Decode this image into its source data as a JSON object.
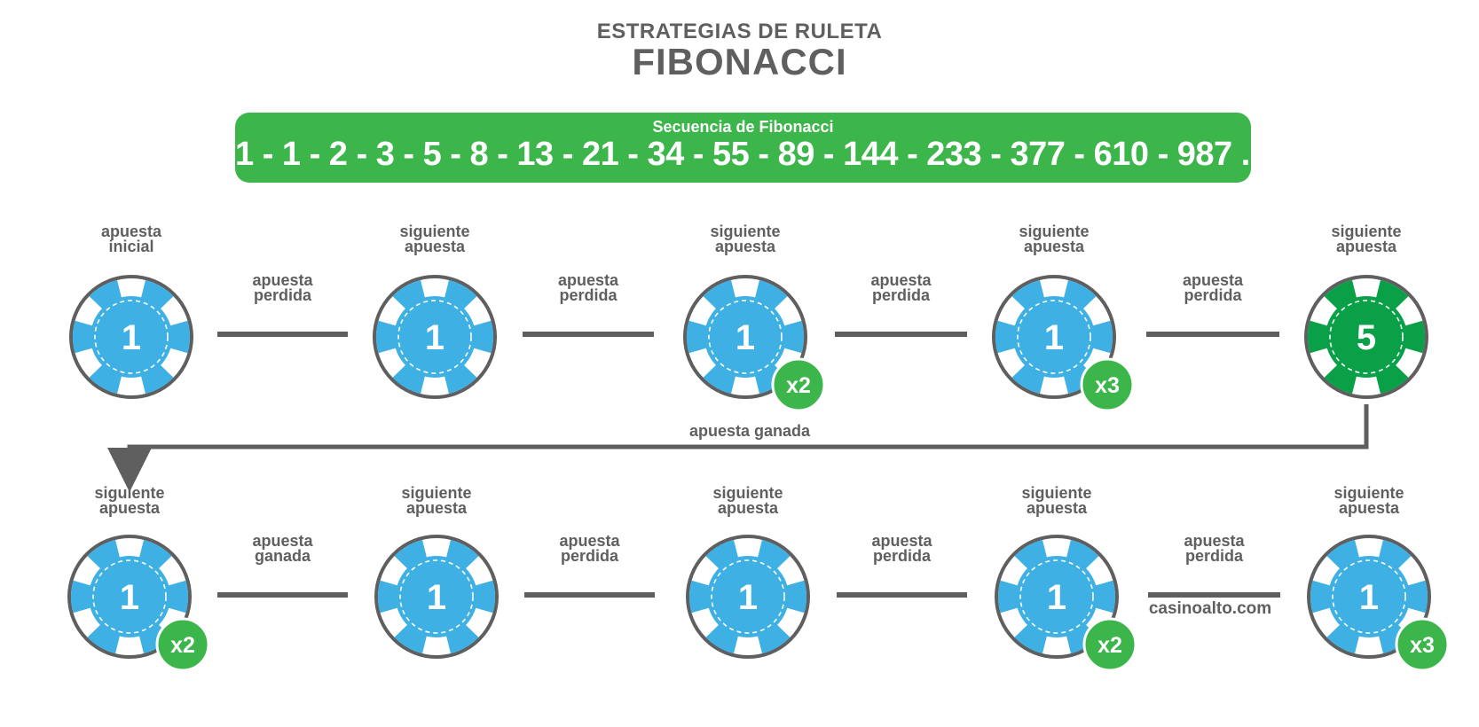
{
  "header": {
    "subtitle": "ESTRATEGIAS DE RULETA",
    "title": "FIBONACCI"
  },
  "sequence": {
    "label": "Secuencia de Fibonacci",
    "values": "1 - 1 - 2 - 3 - 5 - 8 - 13 - 21 - 34 - 55 - 89 - 144 - 233 - 377 - 610 - 987 ..."
  },
  "colors": {
    "chip_blue": "#3fb0e3",
    "chip_green": "#0aa048",
    "badge_green": "#3cb64a",
    "outline_gray": "#5f5f5f"
  },
  "row1": {
    "chips": [
      {
        "top1": "apuesta",
        "top2": "inicial",
        "value": "1",
        "color": "blue",
        "badge": ""
      },
      {
        "top1": "siguiente",
        "top2": "apuesta",
        "value": "1",
        "color": "blue",
        "badge": ""
      },
      {
        "top1": "siguiente",
        "top2": "apuesta",
        "value": "1",
        "color": "blue",
        "badge": "x2"
      },
      {
        "top1": "siguiente",
        "top2": "apuesta",
        "value": "1",
        "color": "blue",
        "badge": "x3"
      },
      {
        "top1": "siguiente",
        "top2": "apuesta",
        "value": "5",
        "color": "green",
        "badge": ""
      }
    ],
    "connectors": [
      {
        "line1": "apuesta",
        "line2": "perdida"
      },
      {
        "line1": "apuesta",
        "line2": "perdida"
      },
      {
        "line1": "apuesta",
        "line2": "perdida"
      },
      {
        "line1": "apuesta",
        "line2": "perdida"
      }
    ]
  },
  "return_label": "apuesta ganada",
  "row2": {
    "chips": [
      {
        "top1": "siguiente",
        "top2": "apuesta",
        "value": "1",
        "color": "blue",
        "badge": "x2"
      },
      {
        "top1": "siguiente",
        "top2": "apuesta",
        "value": "1",
        "color": "blue",
        "badge": ""
      },
      {
        "top1": "siguiente",
        "top2": "apuesta",
        "value": "1",
        "color": "blue",
        "badge": ""
      },
      {
        "top1": "siguiente",
        "top2": "apuesta",
        "value": "1",
        "color": "blue",
        "badge": "x2"
      },
      {
        "top1": "siguiente",
        "top2": "apuesta",
        "value": "1",
        "color": "blue",
        "badge": "x3"
      }
    ],
    "connectors": [
      {
        "line1": "apuesta",
        "line2": "ganada"
      },
      {
        "line1": "apuesta",
        "line2": "perdida"
      },
      {
        "line1": "apuesta",
        "line2": "perdida"
      },
      {
        "line1": "apuesta",
        "line2": "perdida"
      }
    ]
  },
  "watermark": "casinoalto.com"
}
